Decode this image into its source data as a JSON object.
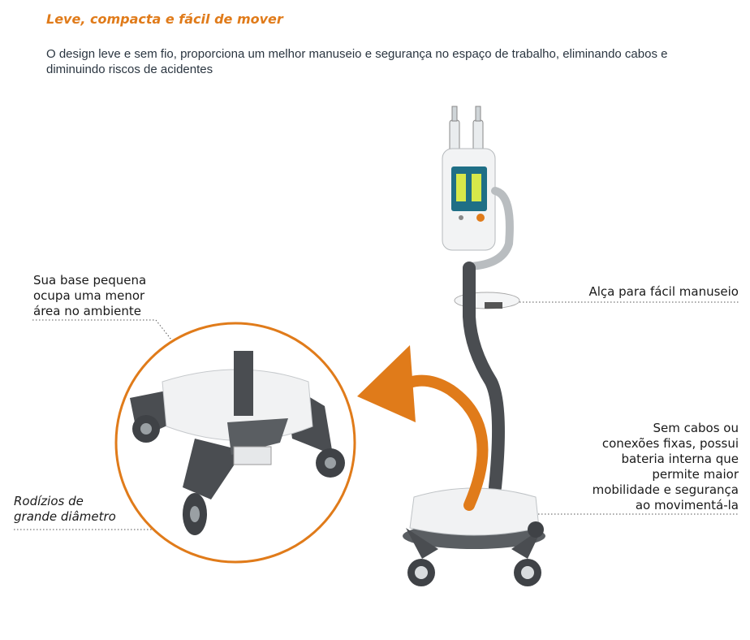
{
  "header": {
    "title": "Leve, compacta e fácil de mover",
    "description": "O design leve e sem fio, proporciona um melhor manuseio e segurança no espaço de trabalho, eliminando cabos e diminuindo riscos de acidentes"
  },
  "callouts": {
    "base": [
      "Sua base pequena",
      "ocupa uma menor",
      "área no ambiente"
    ],
    "handle": [
      "Alça para fácil manuseio"
    ],
    "wireless": [
      "Sem cabos ou",
      "conexões fixas, possui",
      "bateria interna que",
      "permite maior",
      "mobilidade e segurança",
      "ao movimentá-la"
    ],
    "wheels": [
      "Rodízios de",
      "grande diâmetro"
    ]
  },
  "colors": {
    "accent": "#e07b1a",
    "text": "#2a3540"
  },
  "icons": {
    "device": "cart-device-illustration",
    "arrow": "curved-arrow-icon",
    "zoom": "zoom-circle-detail"
  }
}
